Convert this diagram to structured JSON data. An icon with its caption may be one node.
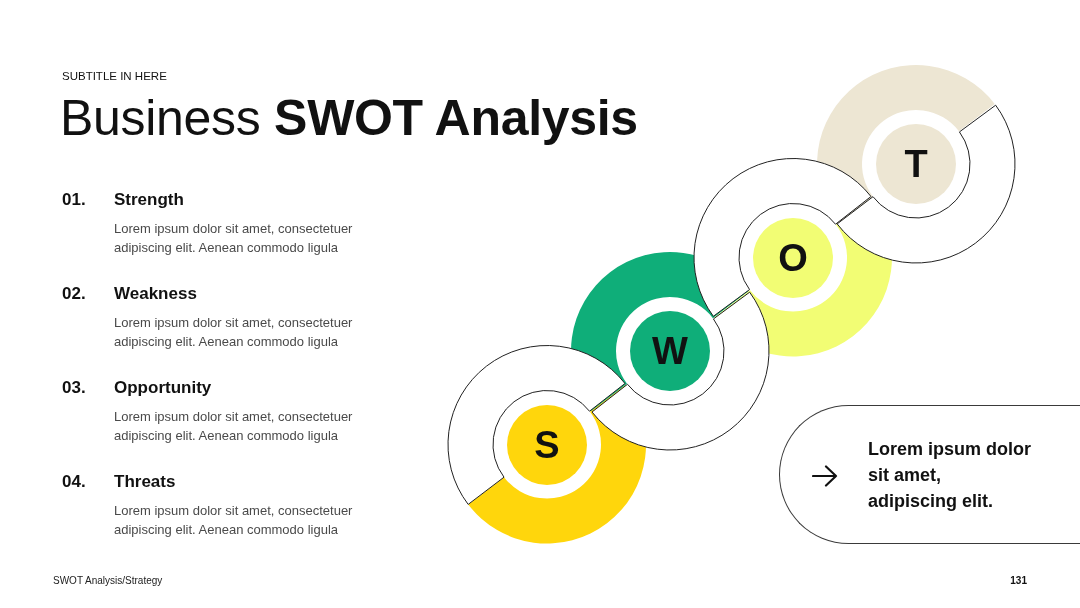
{
  "diagram": {
    "title": "Business **SWOT Analysis**",
    "nodes": [
      {
        "text": [
          "S"
        ]
      },
      {
        "text": [
          "W"
        ]
      },
      {
        "text": [
          "O"
        ]
      },
      {
        "text": [
          "T"
        ]
      },
      {
        "text": [
          "Lorem ipsum dolor sit amet, adipiscing elit."
        ]
      }
    ],
    "labels": [
      "SUBTITLE IN HERE",
      "01.",
      "Strength",
      "Lorem ipsum dolor sit amet, consectetuer adipiscing elit. Aenean commodo ligula",
      "02.",
      "Weakness",
      "Lorem ipsum dolor sit amet, consectetuer adipiscing elit. Aenean commodo ligula",
      "03.",
      "Opportunity",
      "Lorem ipsum dolor sit amet, consectetuer adipiscing elit. Aenean commodo ligula",
      "04.",
      "Threats",
      "Lorem ipsum dolor sit amet, consectetuer adipiscing elit. Aenean commodo ligula",
      "SWOT Analysis/Strategy",
      "131"
    ]
  }
}
